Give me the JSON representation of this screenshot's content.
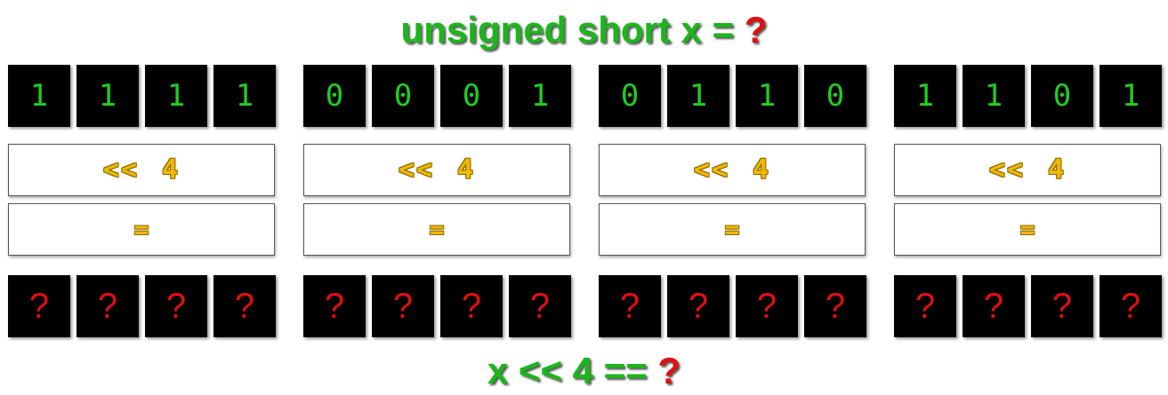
{
  "header": {
    "prefix": "unsigned short x = ",
    "unknown": "?"
  },
  "footer": {
    "prefix": "x << 4 == ",
    "unknown": "?"
  },
  "groups": [
    {
      "bits": [
        "1",
        "1",
        "1",
        "1"
      ],
      "op": "<<",
      "amount": "4",
      "eq": "=",
      "result": [
        "?",
        "?",
        "?",
        "?"
      ]
    },
    {
      "bits": [
        "0",
        "0",
        "0",
        "1"
      ],
      "op": "<<",
      "amount": "4",
      "eq": "=",
      "result": [
        "?",
        "?",
        "?",
        "?"
      ]
    },
    {
      "bits": [
        "0",
        "1",
        "1",
        "0"
      ],
      "op": "<<",
      "amount": "4",
      "eq": "=",
      "result": [
        "?",
        "?",
        "?",
        "?"
      ]
    },
    {
      "bits": [
        "1",
        "1",
        "0",
        "1"
      ],
      "op": "<<",
      "amount": "4",
      "eq": "=",
      "result": [
        "?",
        "?",
        "?",
        "?"
      ]
    }
  ],
  "colors": {
    "green": "#1cb51c",
    "red": "#e01010",
    "bit_digit": "#1fcf1f",
    "operator": "#f0b800"
  }
}
